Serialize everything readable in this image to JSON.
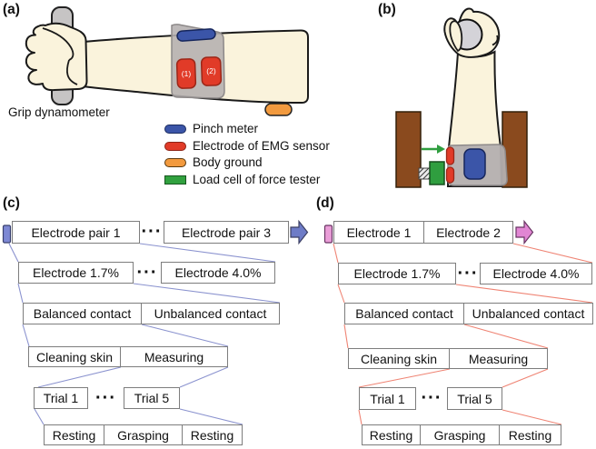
{
  "panel_a": {
    "label": "(a)",
    "caption": "Grip dynamometer",
    "electrode_1": "(1)",
    "electrode_2": "(2)",
    "legend": [
      {
        "label": "Pinch meter",
        "color": "#3b55a8",
        "swatch": "pill"
      },
      {
        "label": "Electrode of EMG sensor",
        "color": "#e13b28",
        "swatch": "pill"
      },
      {
        "label": "Body ground",
        "color": "#f29a3e",
        "swatch": "pill"
      },
      {
        "label": "Load cell of force tester",
        "color": "#31a13f",
        "swatch": "rect"
      }
    ]
  },
  "panel_b": {
    "label": "(b)"
  },
  "panel_c": {
    "label": "(c)",
    "dots": "···",
    "accent_color": "#6e7cc7",
    "connector_color": "#8b93cf",
    "rows": [
      [
        "Electrode pair 1",
        "Electrode pair 3"
      ],
      [
        "Electrode 1.7%",
        "Electrode 4.0%"
      ],
      [
        "Balanced contact",
        "Unbalanced contact"
      ],
      [
        "Cleaning skin",
        "Measuring"
      ],
      [
        "Trial 1",
        "Trial 5"
      ],
      [
        "Resting",
        "Grasping",
        "Resting"
      ]
    ]
  },
  "panel_d": {
    "label": "(d)",
    "dots": "···",
    "accent_color": "#e186d3",
    "connector_color": "#ef8474",
    "rows": [
      [
        "Electrode 1",
        "Electrode 2"
      ],
      [
        "Electrode 1.7%",
        "Electrode 4.0%"
      ],
      [
        "Balanced contact",
        "Unbalanced contact"
      ],
      [
        "Cleaning skin",
        "Measuring"
      ],
      [
        "Trial 1",
        "Trial 5"
      ],
      [
        "Resting",
        "Grasping",
        "Resting"
      ]
    ]
  },
  "colors": {
    "skin": "#faf3dc",
    "band_gray": "#b4afaf",
    "bar_gray": "#c6c4c4",
    "wood_brown": "#8a4a1e",
    "load_cell_green": "#2f9e3f",
    "flow_box_border": "#7d7d7d"
  }
}
